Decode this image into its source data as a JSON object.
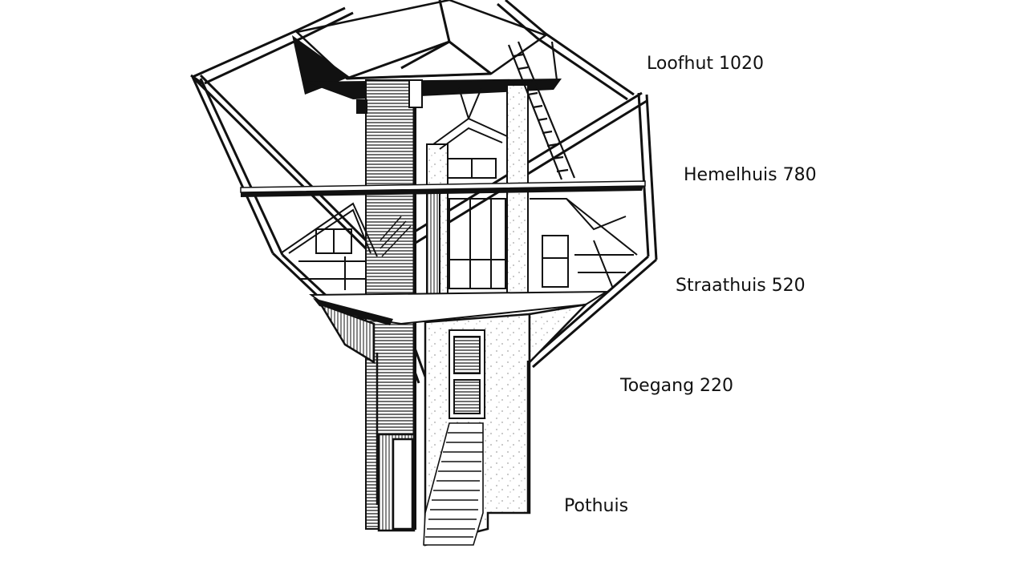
{
  "levels": [
    {
      "name": "Loofhut 1020"
    },
    {
      "name": "Hemelhuis 780"
    },
    {
      "name": "Straathuis 520"
    },
    {
      "name": "Toegang 220"
    },
    {
      "name": "Pothuis"
    }
  ],
  "colors": {
    "ink": "#111111",
    "paper": "#ffffff"
  }
}
